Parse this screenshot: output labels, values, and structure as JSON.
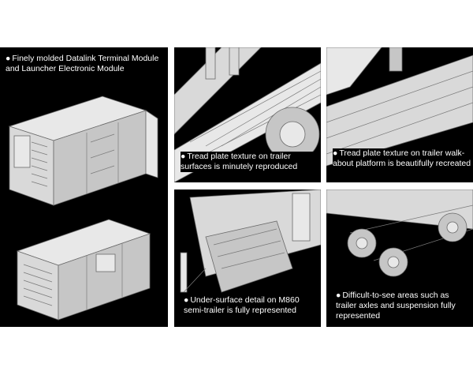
{
  "colors": {
    "panel_bg": "#000000",
    "caption_text": "#ffffff",
    "model_grey": "#d9d9d9",
    "page_bg": "#ffffff"
  },
  "captions": {
    "left": "Finely molded Datalink Terminal Module and Launcher Electronic Module",
    "top_middle": "Tread plate texture on trailer surfaces is minutely reproduced",
    "top_right": "Tread plate texture on trailer walk-about platform is beautifully recreated",
    "bottom_middle": "Under-surface detail on M860 semi-trailer is fully represented",
    "bottom_right": "Difficult-to-see areas such as trailer axles and suspension fully represented"
  },
  "bullet": "●"
}
